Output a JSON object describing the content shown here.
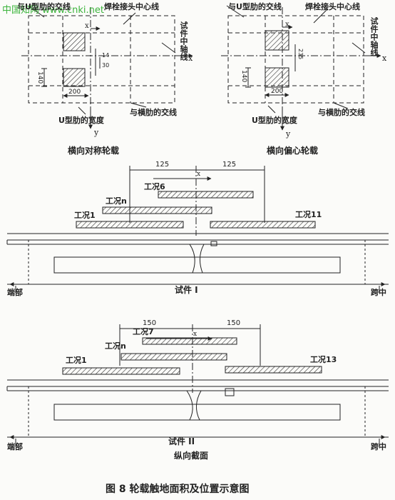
{
  "watermark": "中国知网 www.cnki.net",
  "plan_left": {
    "u_rib_intersection": "与U型肋的交线",
    "weld_centerline": "焊栓接头中心线",
    "specimen_centerline": "试件中轴线",
    "x_axis": "x",
    "y_axis": "y",
    "dim_140": "140",
    "dim_200": "200",
    "dim_14": "14",
    "dim_30": "30",
    "u_rib_width": "U型肋的宽度",
    "cross_rib_intersection": "与横肋的交线",
    "caption": "横向对称轮载"
  },
  "plan_right": {
    "u_rib_intersection": "与U型肋的交线",
    "weld_centerline": "焊栓接头中心线",
    "specimen_centerline": "试件中轴线",
    "x_axis": "x",
    "y_axis": "y",
    "dim_140": "140",
    "dim_200": "200",
    "dim_235": "235",
    "u_rib_width": "U型肋的宽度",
    "cross_rib_intersection": "与横肋的交线",
    "caption": "横向偏心轮载"
  },
  "specimen_1": {
    "dim_left": "125",
    "dim_right": "125",
    "x_axis": "x",
    "case_6": "工况6",
    "case_n": "工况n",
    "case_1": "工况1",
    "case_11": "工况11",
    "end": "端部",
    "name": "试件 I",
    "midspan": "跨中"
  },
  "specimen_2": {
    "dim_left": "150",
    "dim_right": "150",
    "x_axis": "x",
    "case_7": "工况7",
    "case_n": "工况n",
    "case_1": "工况1",
    "case_13": "工况13",
    "end": "端部",
    "name": "试件 II",
    "midspan": "跨中",
    "section_label": "纵向截面"
  },
  "caption": "图 8   轮载触地面积及位置示意图"
}
